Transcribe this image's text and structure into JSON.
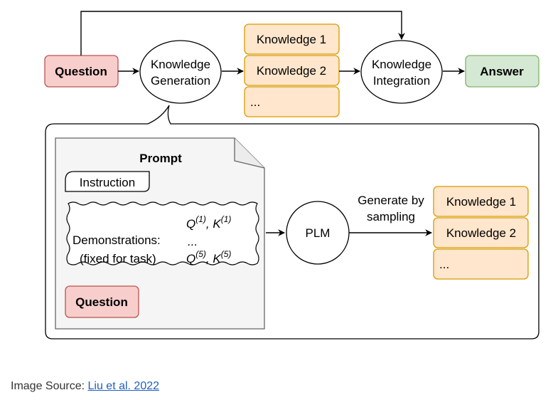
{
  "diagram": {
    "question": "Question",
    "knowledge_generation": [
      "Knowledge",
      "Generation"
    ],
    "knowledge_integration": [
      "Knowledge",
      "Integration"
    ],
    "answer": "Answer",
    "top_knowledge": [
      "Knowledge 1",
      "Knowledge 2",
      "..."
    ],
    "prompt_title": "Prompt",
    "instruction": "Instruction",
    "demonstrations_label": "Demonstrations:",
    "demonstrations_note": "(fixed for task)",
    "demo_q1": "Q",
    "demo_q1_sup": "(1)",
    "demo_k1": "K",
    "demo_k1_sup": "(1)",
    "demo_ellipsis": "...",
    "demo_q5": "Q",
    "demo_q5_sup": "(5)",
    "demo_k5": "K",
    "demo_k5_sup": "(5)",
    "prompt_question": "Question",
    "plm": "PLM",
    "generate_label": [
      "Generate by",
      "sampling"
    ],
    "bottom_knowledge": [
      "Knowledge 1",
      "Knowledge 2",
      "..."
    ],
    "colors": {
      "question_fill": "#f8cecc",
      "question_stroke": "#b85450",
      "knowledge_fill": "#ffe6cc",
      "knowledge_stroke": "#d79b00",
      "answer_fill": "#d5e8d4",
      "answer_stroke": "#82b366",
      "prompt_fill": "#f5f5f5",
      "prompt_stroke": "#666666"
    }
  },
  "caption": {
    "prefix": "Image Source: ",
    "link_text": "Liu et al. 2022"
  }
}
